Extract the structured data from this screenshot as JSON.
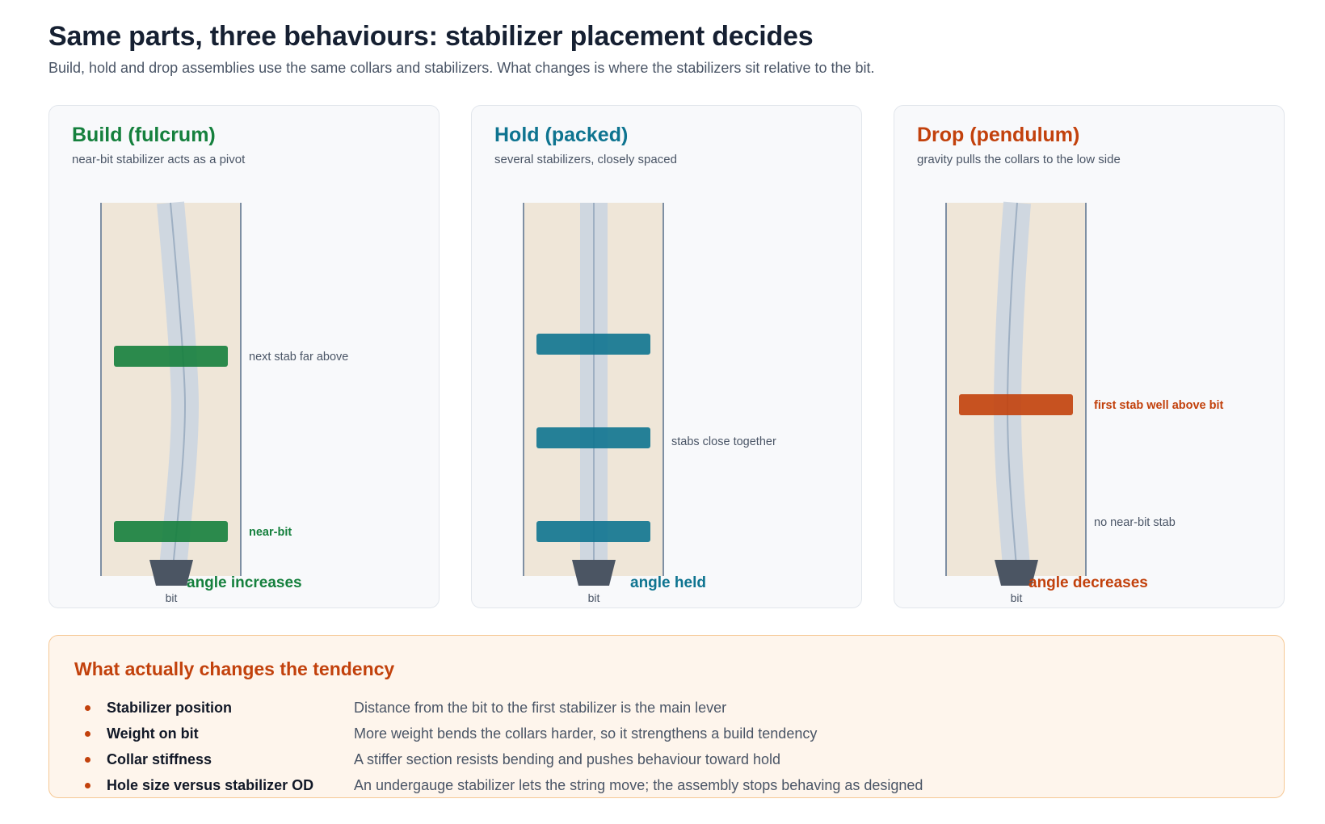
{
  "header": {
    "title": "Same parts, three behaviours: stabilizer placement decides",
    "subtitle": "Build, hold and drop assemblies use the same collars and stabilizers. What changes is where the stabilizers sit relative to the bit."
  },
  "colors": {
    "build": "#15803d",
    "hold": "#0e7490",
    "drop": "#c2410c",
    "formation": "#efe6d8",
    "borehole_wall": "#7e8fa3",
    "collar": "#cbd5e1",
    "bit": "#4b5563"
  },
  "panels": [
    {
      "id": "build",
      "title": "Build (fulcrum)",
      "description": "near-bit stabilizer acts as a pivot",
      "bend": "build",
      "stabilizers": [
        {
          "position": "upper",
          "label": "next stab far above",
          "emphasis": false
        },
        {
          "position": "near-bit",
          "label": "near-bit",
          "emphasis": true
        }
      ],
      "bit_label": "bit",
      "result_label": "angle increases"
    },
    {
      "id": "hold",
      "title": "Hold (packed)",
      "description": "several stabilizers, closely spaced",
      "bend": "straight",
      "stabilizers": [
        {
          "position": "upper",
          "label": "",
          "emphasis": false
        },
        {
          "position": "middle",
          "label": "stabs close together",
          "emphasis": false
        },
        {
          "position": "near-bit",
          "label": "",
          "emphasis": false
        }
      ],
      "bit_label": "bit",
      "result_label": "angle held"
    },
    {
      "id": "drop",
      "title": "Drop (pendulum)",
      "description": "gravity pulls the collars to the low side",
      "bend": "drop",
      "stabilizers": [
        {
          "position": "mid-high",
          "label": "first stab well above bit",
          "emphasis": true
        }
      ],
      "annotations": [
        {
          "label": "no near-bit stab"
        }
      ],
      "bit_label": "bit",
      "result_label": "angle decreases"
    }
  ],
  "summary": {
    "title": "What actually changes the tendency",
    "factors": [
      {
        "name": "Stabilizer position",
        "description": "Distance from the bit to the first stabilizer is the main lever"
      },
      {
        "name": "Weight on bit",
        "description": "More weight bends the collars harder, so it strengthens a build tendency"
      },
      {
        "name": "Collar stiffness",
        "description": "A stiffer section resists bending and pushes behaviour toward hold"
      },
      {
        "name": "Hole size versus stabilizer OD",
        "description": "An undergauge stabilizer lets the string move; the assembly stops behaving as designed"
      }
    ]
  }
}
